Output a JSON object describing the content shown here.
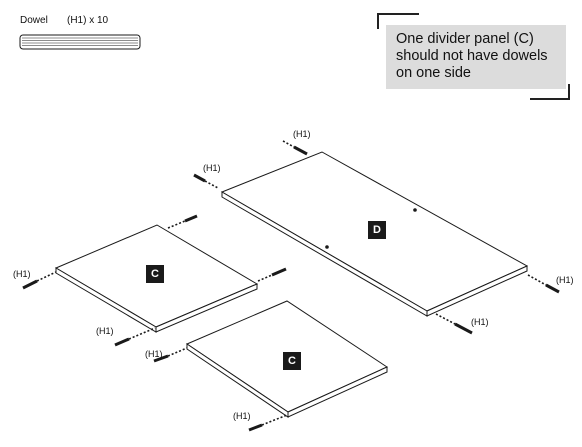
{
  "legend": {
    "part_name": "Dowel",
    "part_code_qty": "(H1) x 10"
  },
  "note": {
    "text": "One divider panel (C) should not have dowels on one side"
  },
  "panels": [
    {
      "letter": "C"
    },
    {
      "letter": "C"
    },
    {
      "letter": "D"
    }
  ],
  "dowel_label": "(H1)",
  "colors": {
    "line": "#1a1a1a",
    "note_bg": "#dcdcdc",
    "badge_bg": "#1a1a1a"
  }
}
